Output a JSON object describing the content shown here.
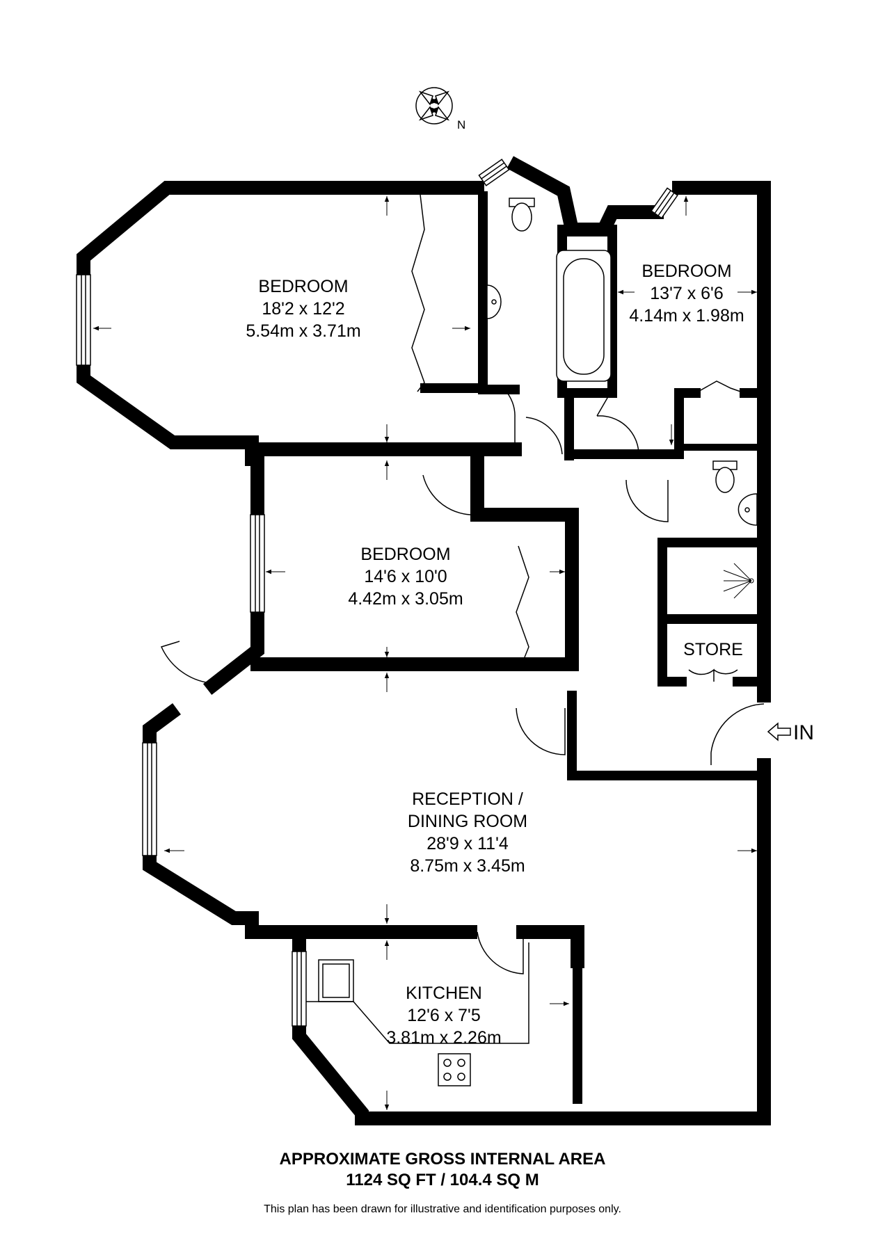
{
  "compass": {
    "label": "N"
  },
  "rooms": {
    "bedroom1": {
      "name": "BEDROOM",
      "imperial": "18'2 x 12'2",
      "metric": "5.54m x 3.71m"
    },
    "bedroom2": {
      "name": "BEDROOM",
      "imperial": "13'7 x 6'6",
      "metric": "4.14m x 1.98m"
    },
    "bedroom3": {
      "name": "BEDROOM",
      "imperial": "14'6 x 10'0",
      "metric": "4.42m x 3.05m"
    },
    "store": {
      "name": "STORE"
    },
    "reception": {
      "name_line1": "RECEPTION /",
      "name_line2": "DINING ROOM",
      "imperial": "28'9 x 11'4",
      "metric": "8.75m x 3.45m"
    },
    "kitchen": {
      "name": "KITCHEN",
      "imperial": "12'6 x 7'5",
      "metric": "3.81m x 2.26m"
    }
  },
  "entrance": {
    "label": "IN"
  },
  "area": {
    "heading": "APPROXIMATE GROSS INTERNAL AREA",
    "value": "1124 SQ FT / 104.4 SQ M"
  },
  "disclaimer": "This plan has been drawn for illustrative and identification purposes only."
}
